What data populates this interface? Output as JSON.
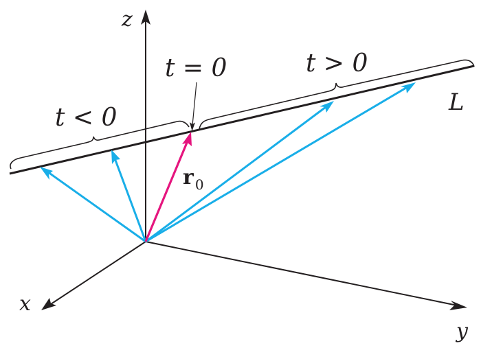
{
  "labels": {
    "z_axis": "z",
    "x_axis": "x",
    "y_axis": "y",
    "line": "L",
    "t_zero": "t = 0",
    "t_negative": "t < 0",
    "t_positive": "t > 0",
    "r0_main": "r",
    "r0_sub": "0"
  },
  "colors": {
    "axis": "#231f20",
    "line": "#231f20",
    "vector": "#19aee8",
    "r0_vector": "#e5157e"
  }
}
